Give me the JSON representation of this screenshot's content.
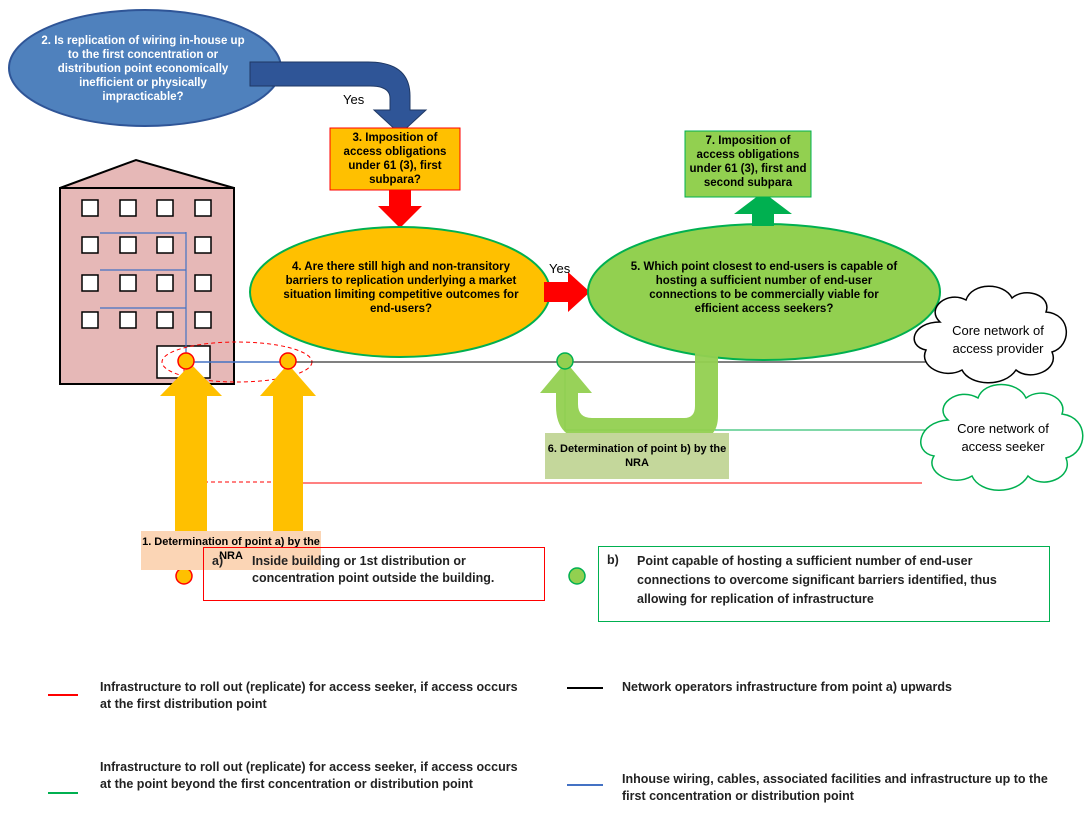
{
  "q2": "2. Is replication of wiring in-house up to the first concentration or distribution point economically inefficient or physically impracticable?",
  "yes_top": "Yes",
  "q3": "3. Imposition of access obligations under 61 (3), first subpara?",
  "q4": "4. Are there still high and non-transitory barriers to replication underlying a market situation limiting competitive outcomes for end-users?",
  "yes_mid": "Yes",
  "q5": "5. Which point closest to end-users is capable of hosting a sufficient number of end-user connections to be commercially viable for efficient access seekers?",
  "q7": "7. Imposition of access obligations under 61 (3), first and second subpara",
  "core_provider": "Core network of access provider",
  "core_seeker": "Core network of access seeker",
  "step6": "6. Determination of point b) by the NRA",
  "step1": "1. Determination of point a) by the NRA",
  "point_a": {
    "letter": "a)",
    "text": "Inside building or 1st distribution or concentration point outside the building."
  },
  "point_b": {
    "letter": "b)",
    "text": "Point capable of hosting a sufficient number of end-user connections to overcome significant barriers identified, thus allowing for replication of infrastructure"
  },
  "legend": {
    "red": "Infrastructure to roll out (replicate) for access seeker, if access occurs at the first distribution point",
    "black": "Network operators infrastructure from point a) upwards",
    "green": "Infrastructure to roll out (replicate) for access seeker, if access occurs at the point beyond the first concentration or distribution point",
    "blue": "Inhouse wiring, cables, associated facilities and infrastructure up to the first concentration or distribution point"
  },
  "colors": {
    "blue_ellipse": "#4f81bd",
    "orange": "#ffc000",
    "green": "#92d050",
    "dark_green": "#00b050",
    "red": "#ff0000",
    "building": "#e6b8b7",
    "step1_box": "#fbd5b5",
    "step6_box": "#c4d79b"
  }
}
